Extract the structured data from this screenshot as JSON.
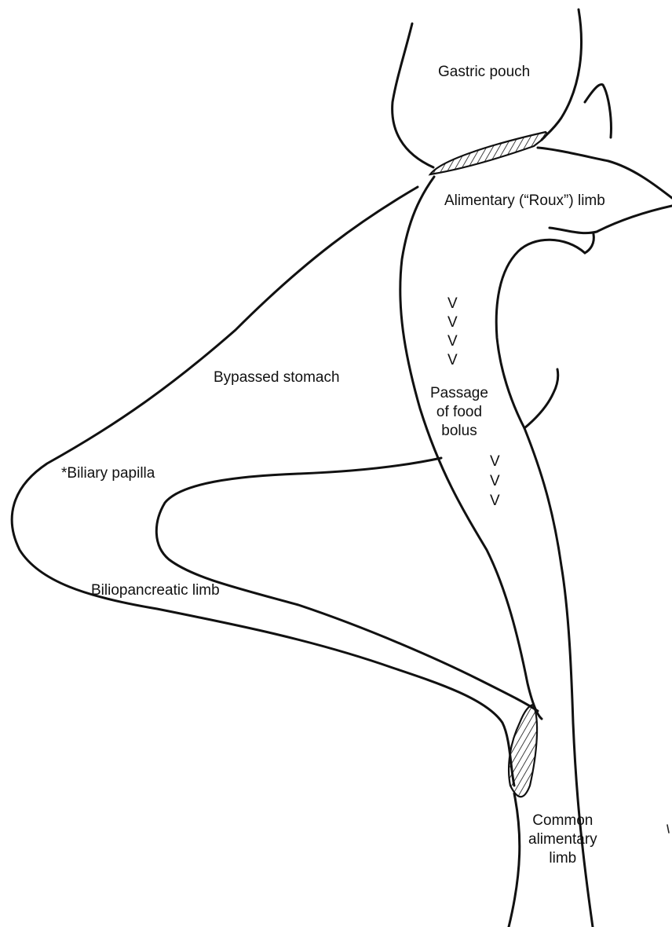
{
  "labels": {
    "gastric_pouch": "Gastric pouch",
    "alimentary_limb": "Alimentary (“Roux”) limb",
    "bypassed_stomach": "Bypassed stomach",
    "biliary_papilla": "*Biliary papilla",
    "passage_food_bolus": "Passage\nof food\nbolus",
    "biliopancreatic_limb": "Biliopancreatic limb",
    "common_alimentary_limb": "Common\nalimentary\nlimb"
  },
  "flow_arrows": {
    "upper": "V\nV\nV\nV",
    "lower": "V\nV\nV"
  }
}
